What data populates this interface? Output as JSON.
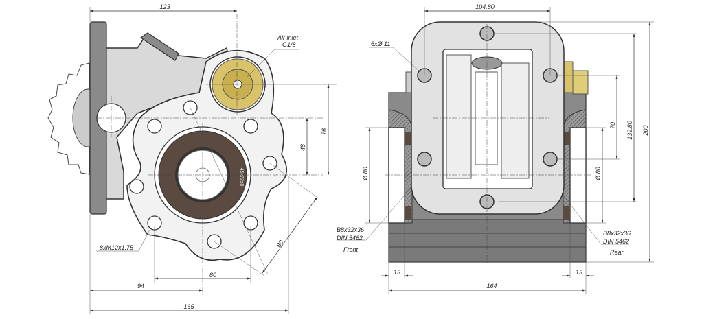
{
  "front_view": {
    "dimensions": {
      "width_top": "123",
      "overall_width": "165",
      "shaft_offset": "94",
      "bolt_spacing_h": "80",
      "vertical_48": "48",
      "vertical_76": "76",
      "diagonal_80": "80"
    },
    "air_inlet": {
      "line1": "Air inlet",
      "line2": "G1/8"
    },
    "thread_note": "8xM12x1.75",
    "seal_marking": "45x72x8"
  },
  "side_view": {
    "dimensions": {
      "bolt_spacing_top": "104.80",
      "overall_height": "200",
      "bolt_spacing_v": "139.80",
      "vertical_70": "70",
      "bore_left": "Ø 80",
      "bore_right": "Ø 80",
      "left_13": "13",
      "right_13": "13",
      "overall_width": "164"
    },
    "holes_note": "6xØ 11",
    "spline_front": {
      "line1": "B8x32x36",
      "line2": "DIN 5462",
      "side": "Front"
    },
    "spline_rear": {
      "line1": "B8x32x36",
      "line2": "DIN 5462",
      "side": "Rear"
    }
  },
  "colors": {
    "brass": "#d8c36a",
    "seal": "#5a4a40",
    "housing": "#8a8a8a",
    "plate": "#e2e2e2"
  }
}
